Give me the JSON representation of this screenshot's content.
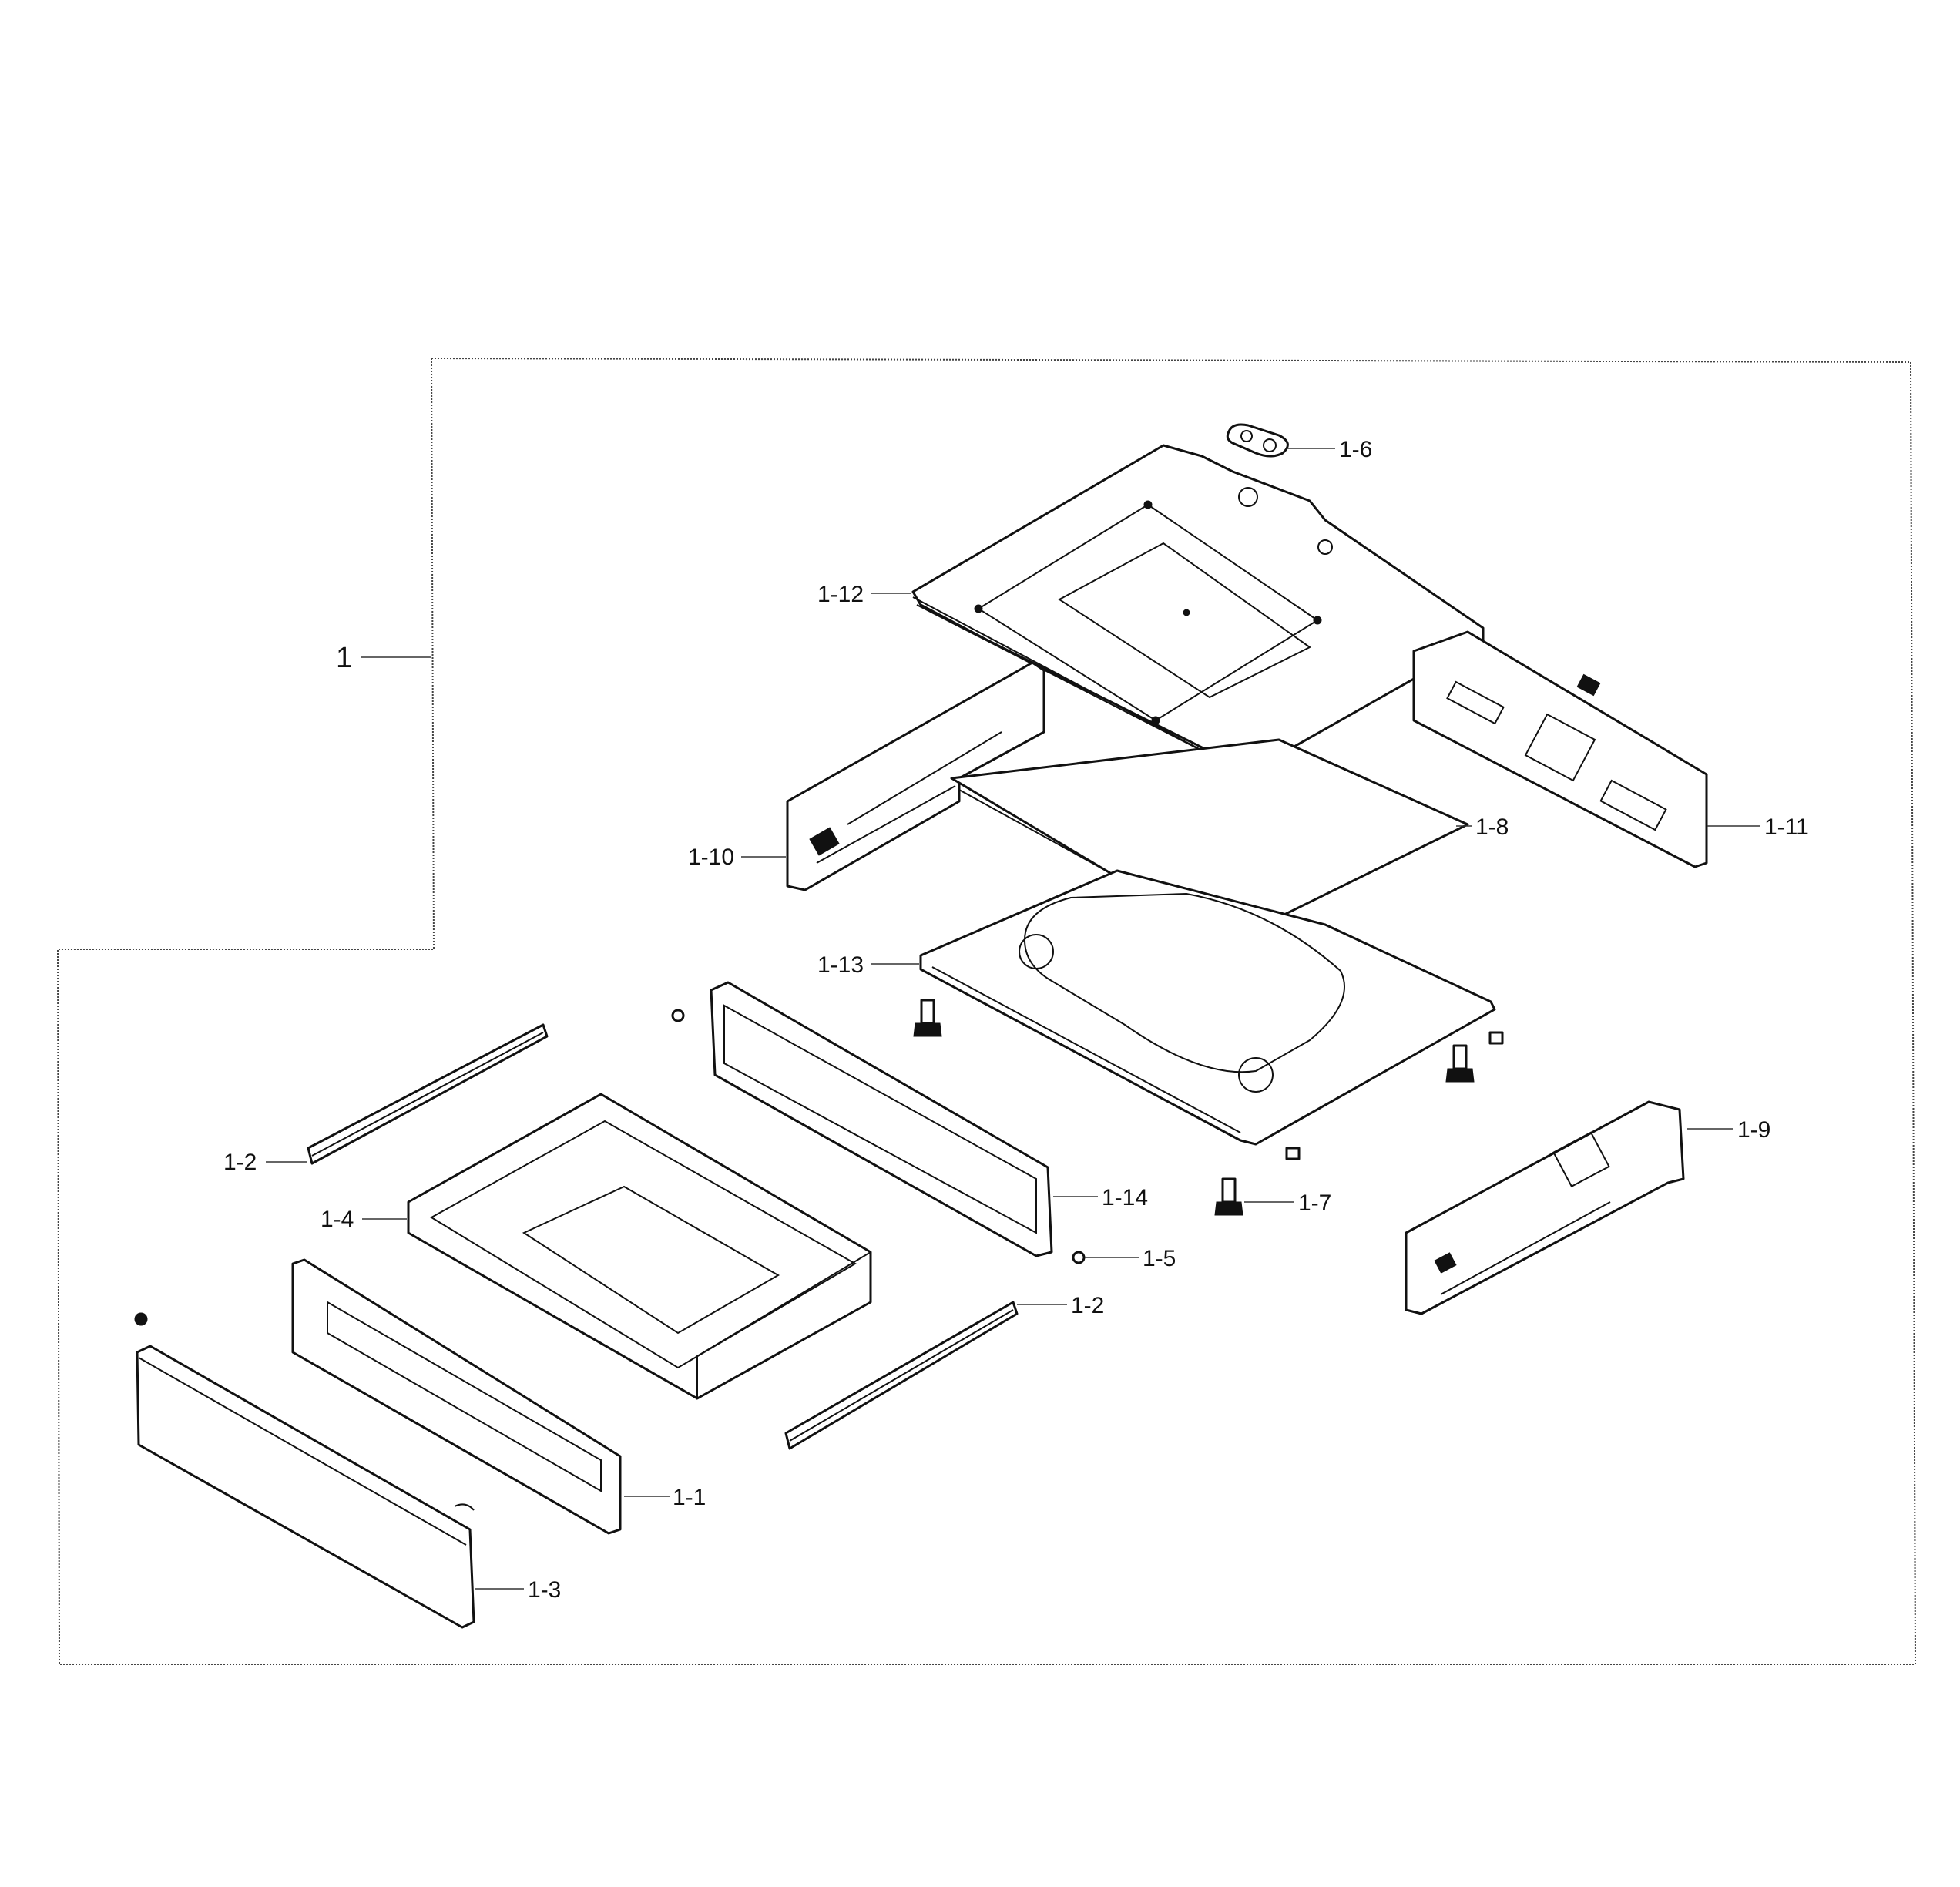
{
  "title": "",
  "assembly_label": "1",
  "parts": [
    {
      "id": "1-1",
      "label": "1-1"
    },
    {
      "id": "1-2a",
      "label": "1-2"
    },
    {
      "id": "1-2b",
      "label": "1-2"
    },
    {
      "id": "1-3",
      "label": "1-3"
    },
    {
      "id": "1-4",
      "label": "1-4"
    },
    {
      "id": "1-5",
      "label": "1-5"
    },
    {
      "id": "1-6",
      "label": "1-6"
    },
    {
      "id": "1-7",
      "label": "1-7"
    },
    {
      "id": "1-8",
      "label": "1-8"
    },
    {
      "id": "1-9",
      "label": "1-9"
    },
    {
      "id": "1-10",
      "label": "1-10"
    },
    {
      "id": "1-11",
      "label": "1-11"
    },
    {
      "id": "1-12",
      "label": "1-12"
    },
    {
      "id": "1-13",
      "label": "1-13"
    },
    {
      "id": "1-14",
      "label": "1-14"
    }
  ]
}
